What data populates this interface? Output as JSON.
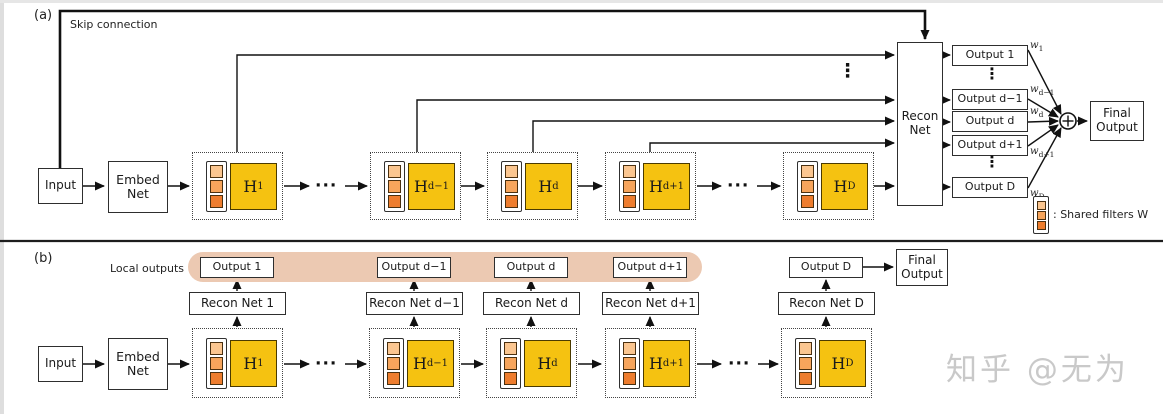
{
  "colors": {
    "line": "#111111",
    "h_fill": "#F5C211",
    "filter_light": "#FBC690",
    "filter_mid": "#F7A55C",
    "filter_dark": "#EE7D2E",
    "band": "#ECC9B2",
    "watermark": "#C9C9C9"
  },
  "glyphs": {
    "hdots": "···",
    "vdots": "⋮",
    "legend_colon": ":"
  },
  "watermark": {
    "text": "知乎 @无为"
  },
  "panel_a": {
    "label": "(a)",
    "skip_label": "Skip connection",
    "input": "Input",
    "embed": "Embed Net",
    "recon": "Recon Net",
    "final": "Final Output",
    "legend_text": ": Shared filters W",
    "h_blocks": [
      {
        "base": "H",
        "sub": "1"
      },
      {
        "base": "H",
        "sub": "d−1"
      },
      {
        "base": "H",
        "sub": "d"
      },
      {
        "base": "H",
        "sub": "d+1"
      },
      {
        "base": "H",
        "sub": "D"
      }
    ],
    "outputs": [
      {
        "label": "Output 1",
        "w_base": "w",
        "w_sub": "1"
      },
      {
        "label": "Output d−1",
        "w_base": "w",
        "w_sub": "d−1"
      },
      {
        "label": "Output d",
        "w_base": "w",
        "w_sub": "d"
      },
      {
        "label": "Output d+1",
        "w_base": "w",
        "w_sub": "d+1"
      },
      {
        "label": "Output D",
        "w_base": "w",
        "w_sub": "D"
      }
    ]
  },
  "panel_b": {
    "label": "(b)",
    "local_outputs_label": "Local outputs",
    "input": "Input",
    "embed": "Embed Net",
    "final": "Final Output",
    "columns": [
      {
        "output": "Output 1",
        "recon": "Recon Net 1",
        "h_base": "H",
        "h_sub": "1"
      },
      {
        "output": "Output d−1",
        "recon": "Recon Net d−1",
        "h_base": "H",
        "h_sub": "d−1"
      },
      {
        "output": "Output d",
        "recon": "Recon Net d",
        "h_base": "H",
        "h_sub": "d"
      },
      {
        "output": "Output d+1",
        "recon": "Recon Net d+1",
        "h_base": "H",
        "h_sub": "d+1"
      },
      {
        "output": "Output D",
        "recon": "Recon Net D",
        "h_base": "H",
        "h_sub": "D"
      }
    ]
  }
}
